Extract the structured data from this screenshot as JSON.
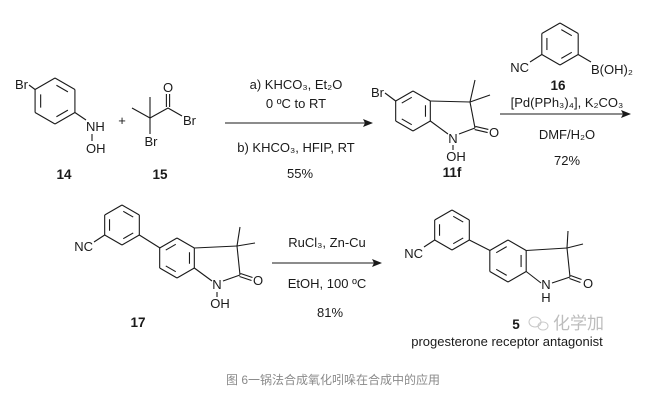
{
  "compounds": {
    "c14": {
      "label": "14",
      "Br": "Br",
      "NH": "NH",
      "OH": "OH"
    },
    "c15": {
      "label": "15",
      "O": "O",
      "Br1": "Br",
      "Br2": "Br"
    },
    "c11f": {
      "label": "11f",
      "Br": "Br",
      "N": "N",
      "O": "O",
      "OH": "OH"
    },
    "c16": {
      "label": "16",
      "NC": "NC",
      "B": "B(OH)₂"
    },
    "c17": {
      "label": "17",
      "NC": "NC",
      "N": "N",
      "O": "O",
      "OH": "OH"
    },
    "c5": {
      "label": "5",
      "NC": "NC",
      "N": "N",
      "H": "H",
      "O": "O",
      "description": "progesterone receptor antagonist"
    }
  },
  "plus": "+",
  "step1": {
    "above1": "a) KHCO₃, Et₂O",
    "above2": "0 ºC to RT",
    "below1": "b) KHCO₃, HFIP, RT",
    "yield": "55%"
  },
  "step2": {
    "above": "[Pd(PPh₃)₄], K₂CO₃",
    "below": "DMF/H₂O",
    "yield": "72%"
  },
  "step3": {
    "above": "RuCl₃, Zn-Cu",
    "below": "EtOH, 100 ºC",
    "yield": "81%"
  },
  "watermark": "化学加",
  "caption": "图 6一锅法合成氧化吲哚在合成中的应用"
}
